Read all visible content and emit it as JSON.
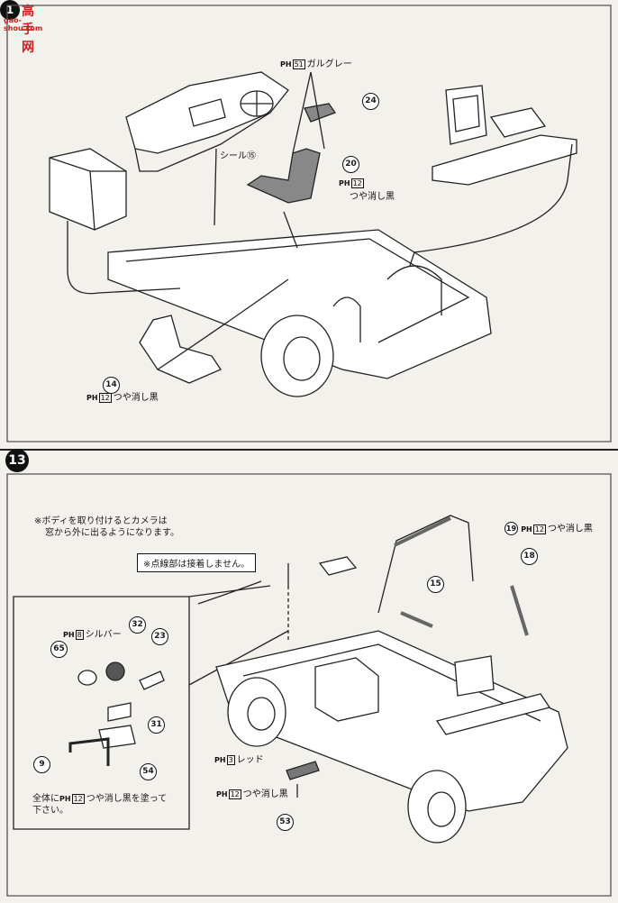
{
  "watermark": {
    "step_badge_partial": "1",
    "logo_text": "高手网",
    "url": "gao-shou.com"
  },
  "top": {
    "labels": {
      "label_51": {
        "ph": "PH",
        "num": "51",
        "text": "ガルグレー"
      },
      "part_24": "24",
      "seal": "シール⑮",
      "part_20": "20",
      "label_12a": {
        "ph": "PH",
        "num": "12",
        "text": ""
      },
      "matte_black_a": "つや消し黒",
      "part_14": "14",
      "label_12b": {
        "ph": "PH",
        "num": "12",
        "text": "つや消し黒"
      }
    }
  },
  "bottom": {
    "step": "13",
    "note_camera_line1": "※ボディを取り付けるとカメラは",
    "note_camera_line2": "窓から外に出るようになります。",
    "note_dotted": "※点線部は接着しません。",
    "label_19": {
      "num": "19",
      "ph": "PH",
      "box": "12",
      "text": "つや消し黒"
    },
    "part_18": "18",
    "part_15": "15",
    "label_8": {
      "ph": "PH",
      "box": "8",
      "text": "シルバー"
    },
    "part_32": "32",
    "part_23": "23",
    "part_65": "65",
    "part_31": "31",
    "part_9": "9",
    "part_54": "54",
    "note_paint_line1": "全体に",
    "note_paint_ph": "PH",
    "note_paint_box": "12",
    "note_paint_line1b": "つや消し黒を塗って",
    "note_paint_line2": "下さい。",
    "label_3": {
      "ph": "PH",
      "box": "3",
      "text": "レッド"
    },
    "label_12c": {
      "ph": "PH",
      "box": "12",
      "text": "つや消し黒"
    },
    "part_53": "53"
  }
}
